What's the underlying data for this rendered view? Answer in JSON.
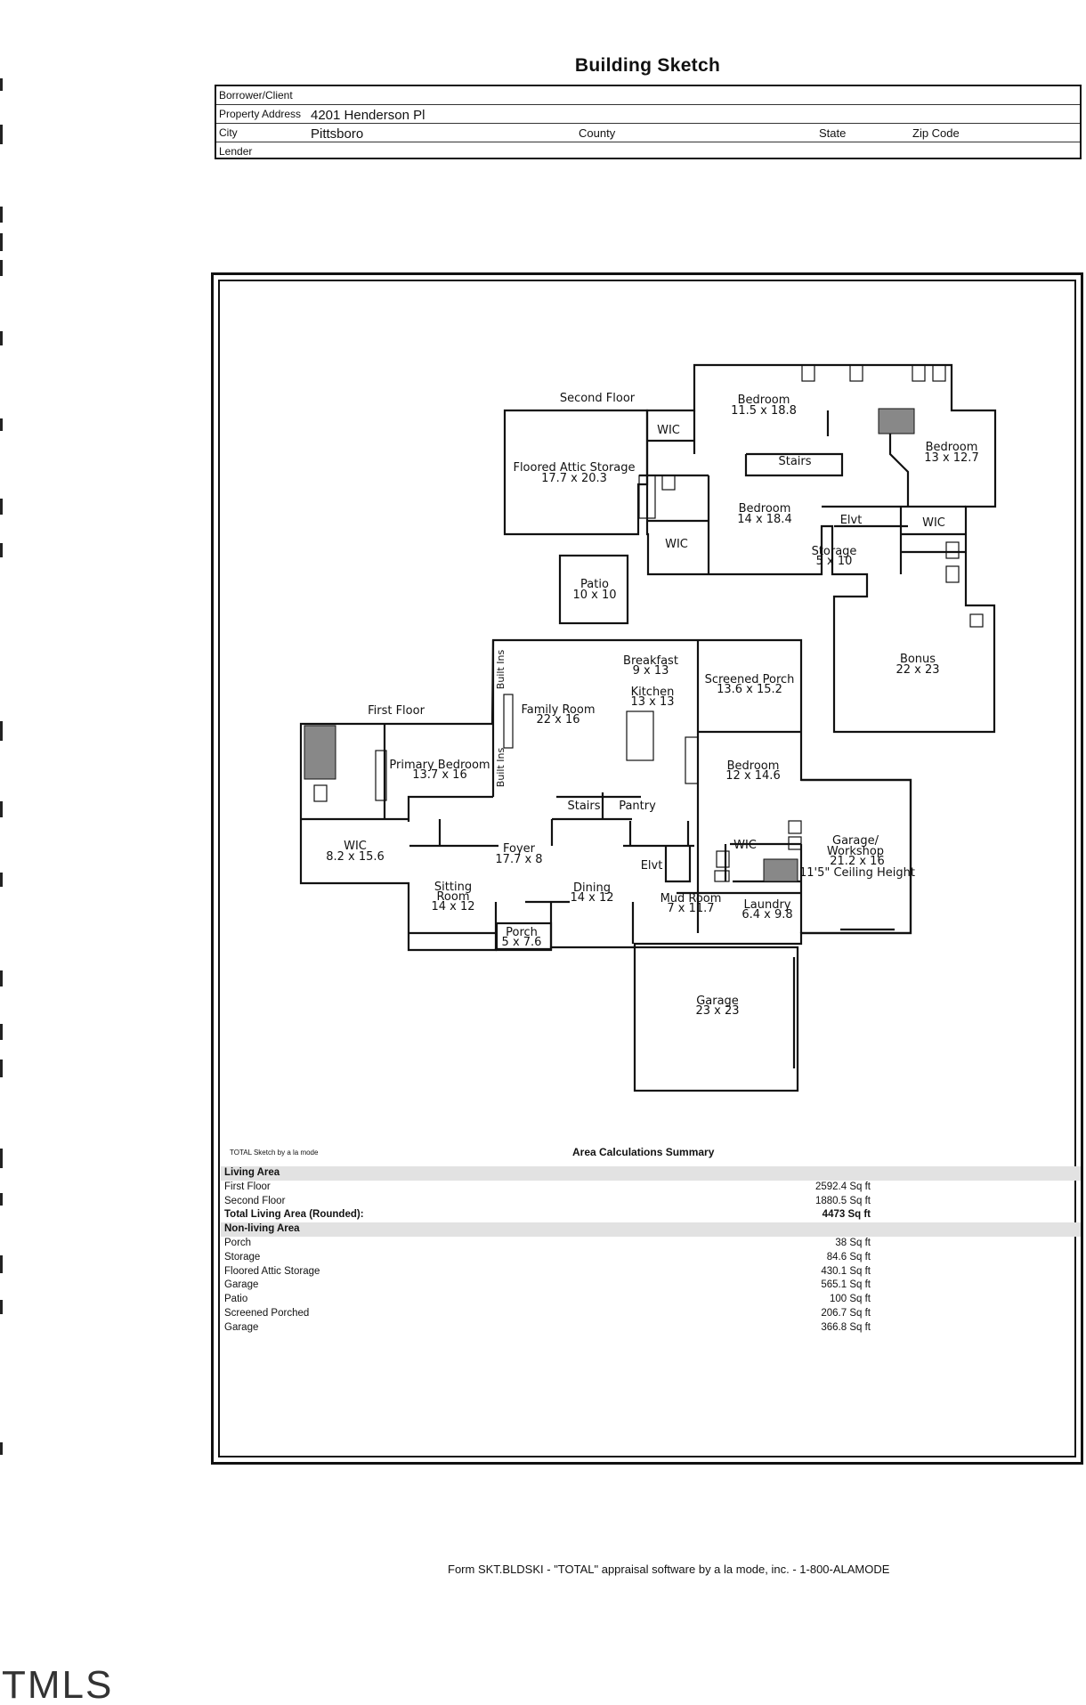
{
  "page": {
    "title": "Building Sketch",
    "footer": "Form SKT.BLDSKI - \"TOTAL\" appraisal software by a la mode, inc. - 1-800-ALAMODE",
    "watermark": "TMLS"
  },
  "header": {
    "borrower_label": "Borrower/Client",
    "address_label": "Property Address",
    "address_value": "4201 Henderson Pl",
    "city_label": "City",
    "city_value": "Pittsboro",
    "county_label": "County",
    "state_label": "State",
    "zip_label": "Zip Code",
    "lender_label": "Lender"
  },
  "sketch": {
    "second_floor_label": "Second Floor",
    "first_floor_label": "First Floor",
    "credit": "TOTAL Sketch by a la mode",
    "rooms": [
      {
        "name": "Bedroom",
        "dims": "11.5 x 18.8"
      },
      {
        "name": "WIC",
        "dims": ""
      },
      {
        "name": "Floored Attic Storage",
        "dims": "17.7 x 20.3"
      },
      {
        "name": "Stairs",
        "dims": ""
      },
      {
        "name": "Bedroom",
        "dims": "13 x 12.7"
      },
      {
        "name": "Bedroom",
        "dims": "14 x 18.4"
      },
      {
        "name": "Elvt",
        "dims": ""
      },
      {
        "name": "WIC",
        "dims": ""
      },
      {
        "name": "WIC",
        "dims": ""
      },
      {
        "name": "Storage",
        "dims": "5 x 10"
      },
      {
        "name": "Patio",
        "dims": "10 x 10"
      },
      {
        "name": "Bonus",
        "dims": "22 x 23"
      },
      {
        "name": "Breakfast",
        "dims": "9 x 13"
      },
      {
        "name": "Kitchen",
        "dims": "13 x 13"
      },
      {
        "name": "Screened Porch",
        "dims": "13.6 x 15.2"
      },
      {
        "name": "Family Room",
        "dims": "22 x 16"
      },
      {
        "name": "Primary Bedroom",
        "dims": "13.7 x 16"
      },
      {
        "name": "Bedroom",
        "dims": "12 x 14.6"
      },
      {
        "name": "Stairs",
        "dims": ""
      },
      {
        "name": "Pantry",
        "dims": ""
      },
      {
        "name": "WIC",
        "dims": "8.2 x 15.6"
      },
      {
        "name": "Foyer",
        "dims": "17.7 x 8"
      },
      {
        "name": "Elvt",
        "dims": ""
      },
      {
        "name": "WIC",
        "dims": ""
      },
      {
        "name": "Garage/",
        "dims": "Workshop"
      },
      {
        "name": "21.2 x 16",
        "dims": "11'5\" Ceiling Height"
      },
      {
        "name": "Sitting",
        "dims": "Room"
      },
      {
        "name": "14 x 12",
        "dims": ""
      },
      {
        "name": "Dining",
        "dims": "14 x 12"
      },
      {
        "name": "Mud Room",
        "dims": "7 x 11.7"
      },
      {
        "name": "Laundry",
        "dims": "6.4 x 9.8"
      },
      {
        "name": "Porch",
        "dims": "5 x 7.6"
      },
      {
        "name": "Garage",
        "dims": "23 x 23"
      }
    ],
    "built_ins": [
      "Built Ins",
      "Built Ins"
    ]
  },
  "summary": {
    "title": "Area Calculations Summary",
    "rows": [
      {
        "label": "Living Area",
        "value": "",
        "kind": "section"
      },
      {
        "label": "First Floor",
        "value": "2592.4 Sq ft",
        "kind": "row"
      },
      {
        "label": "Second Floor",
        "value": "1880.5 Sq ft",
        "kind": "row"
      },
      {
        "label": "Total Living Area (Rounded):",
        "value": "4473 Sq ft",
        "kind": "bold"
      },
      {
        "label": "Non-living Area",
        "value": "",
        "kind": "section"
      },
      {
        "label": "Porch",
        "value": "38 Sq ft",
        "kind": "row"
      },
      {
        "label": "Storage",
        "value": "84.6 Sq ft",
        "kind": "row"
      },
      {
        "label": "Floored Attic Storage",
        "value": "430.1 Sq ft",
        "kind": "row"
      },
      {
        "label": "Garage",
        "value": "565.1 Sq ft",
        "kind": "row"
      },
      {
        "label": "Patio",
        "value": "100 Sq ft",
        "kind": "row"
      },
      {
        "label": "Screened Porched",
        "value": "206.7 Sq ft",
        "kind": "row"
      },
      {
        "label": "Garage",
        "value": "366.8 Sq ft",
        "kind": "row"
      }
    ]
  }
}
